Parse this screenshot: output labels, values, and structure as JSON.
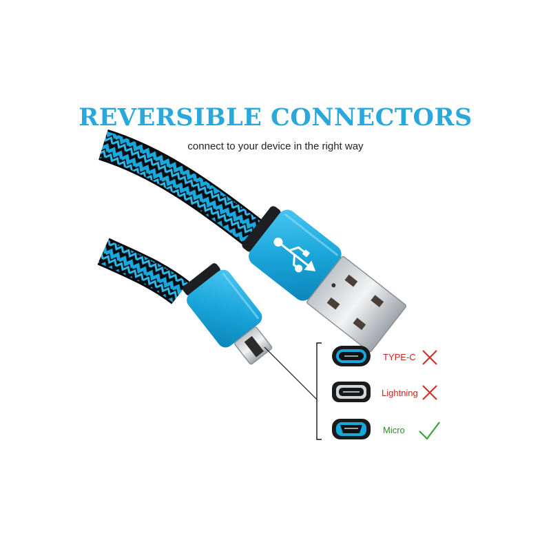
{
  "headline": "REVERSIBLE CONNECTORS",
  "subline": "connect to your device in the right way",
  "colors": {
    "headline": "#2aa8db",
    "accent_blue": "#16a6da",
    "incompatible_label": "#c4271c",
    "compatible_label": "#2d8a2d"
  },
  "connectors": [
    {
      "label": "TYPE-C",
      "compatible": false,
      "status_icon": "cross-icon"
    },
    {
      "label": "Lightning",
      "compatible": false,
      "status_icon": "cross-icon"
    },
    {
      "label": "Micro",
      "compatible": true,
      "status_icon": "check-icon"
    }
  ]
}
